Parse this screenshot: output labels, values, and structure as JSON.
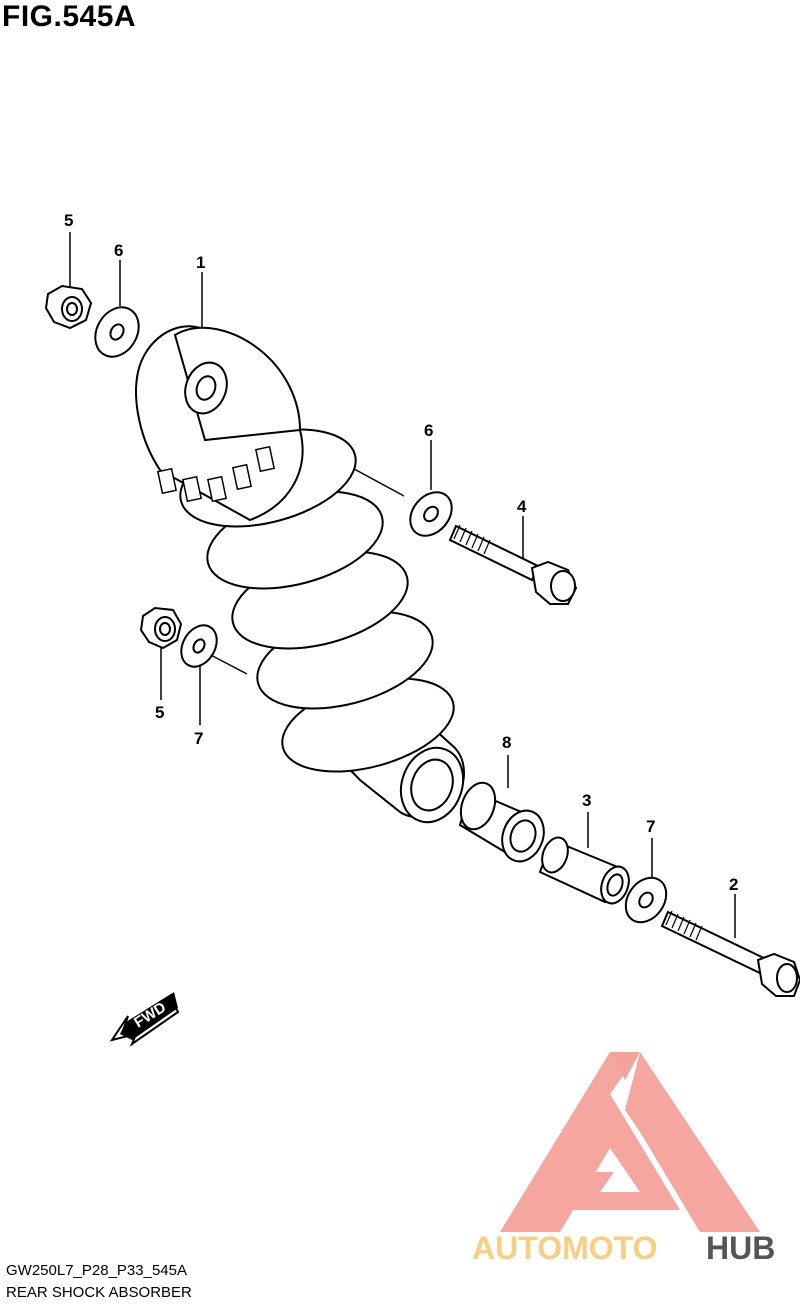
{
  "figure": {
    "title": "FIG.545A",
    "code": "GW250L7_P28_P33_545A",
    "name": "REAR SHOCK ABSORBER"
  },
  "direction_badge": "FWD",
  "callouts": [
    "5",
    "6",
    "1",
    "6",
    "4",
    "5",
    "7",
    "8",
    "3",
    "7",
    "2"
  ],
  "watermark": {
    "text_left": "AUTOMOTO",
    "text_right": "HUB",
    "color_logo": "#f4a29a",
    "color_text_left": "#f6cf80",
    "color_text_right": "#555555"
  }
}
